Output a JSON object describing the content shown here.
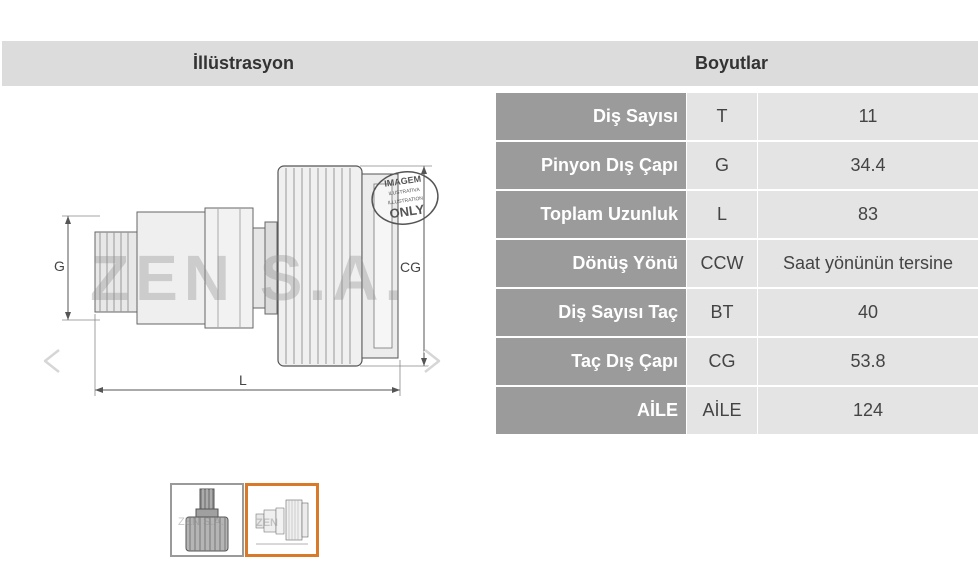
{
  "header": {
    "illustration_title": "İllüstrasyon",
    "dimensions_title": "Boyutlar"
  },
  "illustration": {
    "watermark": "ZEN S.A.",
    "stamp_line1": "IMAGEM",
    "stamp_line2": "ILUSTRATIVA",
    "stamp_line3": "ILLUSTRATION",
    "stamp_line4": "ONLY",
    "dim_g": "G",
    "dim_cg": "CG",
    "dim_l": "L",
    "prev_icon": "chevron-left-icon",
    "next_icon": "chevron-right-icon"
  },
  "specs": [
    {
      "label": "Diş Sayısı",
      "code": "T",
      "value": "11"
    },
    {
      "label": "Pinyon Dış Çapı",
      "code": "G",
      "value": "34.4"
    },
    {
      "label": "Toplam Uzunluk",
      "code": "L",
      "value": "83"
    },
    {
      "label": "Dönüş Yönü",
      "code": "CCW",
      "value": "Saat yönünün tersine"
    },
    {
      "label": "Diş Sayısı Taç",
      "code": "BT",
      "value": "40"
    },
    {
      "label": "Taç Dış Çapı",
      "code": "CG",
      "value": "53.8"
    },
    {
      "label": "AİLE",
      "code": "AİLE",
      "value": "124"
    }
  ],
  "thumbnails": {
    "thumb1_watermark": "ZEN S.A.",
    "active_color": "#d97a2b",
    "inactive_color": "#9a9a9a"
  }
}
